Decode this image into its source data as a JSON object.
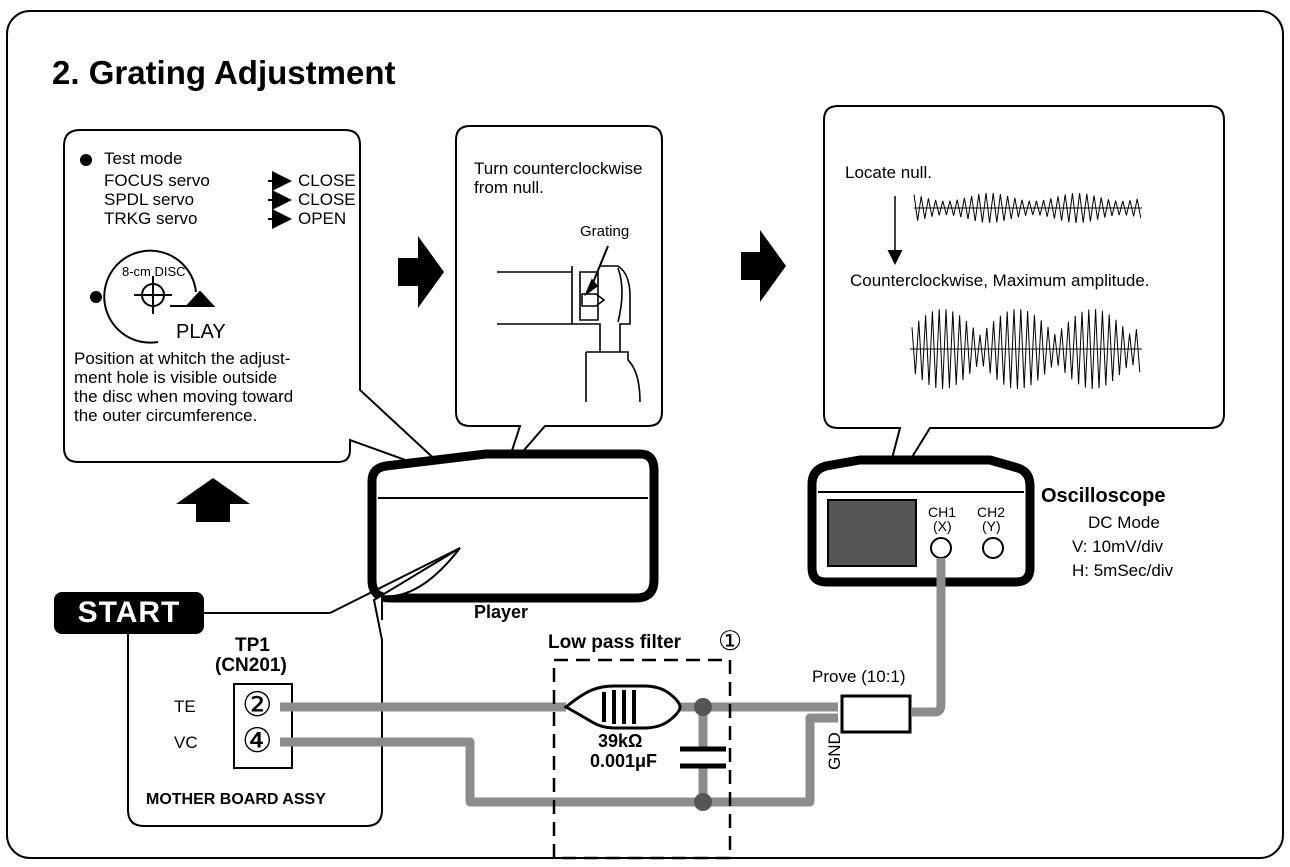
{
  "title": "2. Grating Adjustment",
  "panel1": {
    "test_mode": "Test mode",
    "servo_rows": [
      {
        "name": "FOCUS servo",
        "state": "CLOSE"
      },
      {
        "name": "SPDL servo",
        "state": "CLOSE"
      },
      {
        "name": "TRKG servo",
        "state": "OPEN"
      }
    ],
    "disc_label": "8-cm DISC",
    "play_label": "PLAY",
    "position_text": [
      "Position at whitch the adjust-",
      "ment hole is visible outside",
      "the disc when moving toward",
      "the outer circumference."
    ]
  },
  "panel2": {
    "instruction": [
      "Turn counterclockwise",
      "from null."
    ],
    "grating_label": "Grating"
  },
  "panel3": {
    "locate_null": "Locate null.",
    "max_amplitude": "Counterclockwise, Maximum amplitude."
  },
  "player_label": "Player",
  "oscilloscope": {
    "title": "Oscilloscope",
    "settings": [
      "DC Mode",
      "V: 10mV/div",
      "H: 5mSec/div"
    ],
    "ch1": "CH1",
    "ch1_sub": "(X)",
    "ch2": "CH2",
    "ch2_sub": "(Y)"
  },
  "start_label": "START",
  "board": {
    "tp_label": "TP1",
    "connector": "(CN201)",
    "pin_te_label": "TE",
    "pin_te_number": "②",
    "pin_vc_label": "VC",
    "pin_vc_number": "④",
    "assy_label": "MOTHER BOARD ASSY"
  },
  "filter": {
    "title": "Low pass filter",
    "number": "①",
    "resistor": "39kΩ",
    "capacitor": "0.001μF"
  },
  "probe_label": "Prove (10:1)",
  "gnd_label": "GND",
  "colors": {
    "wire": "#8c8c8c",
    "screen": "#555555",
    "ink": "#000000"
  }
}
